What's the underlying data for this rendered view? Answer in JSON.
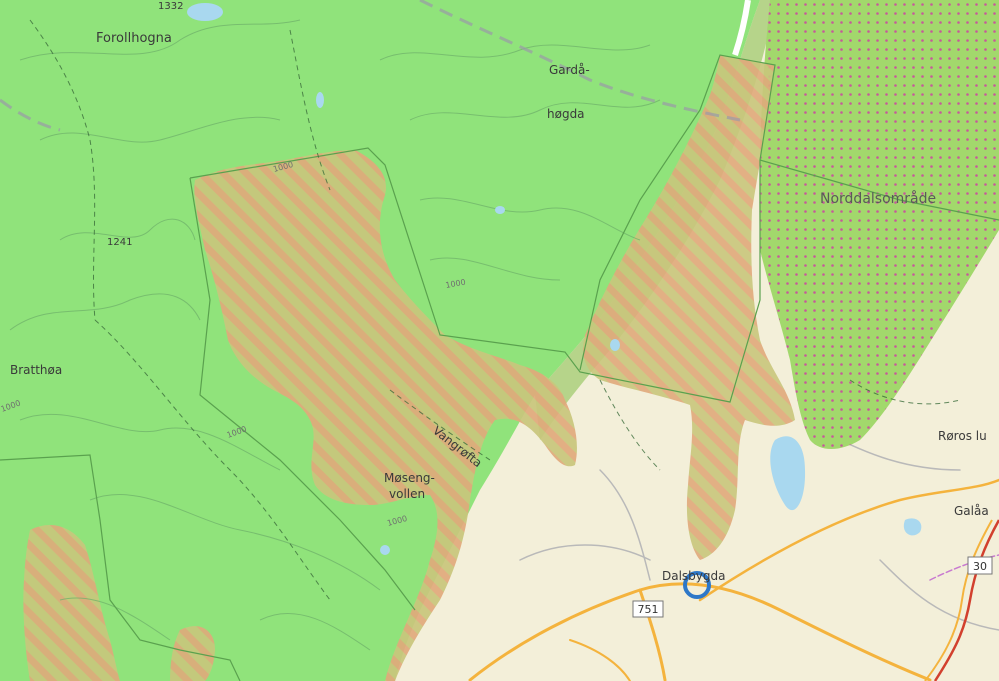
{
  "map": {
    "colors": {
      "base_terrain": "#f3f0dc",
      "reserve_fill": "#8fe37a",
      "hatch_fill": "#c8c27a",
      "hatch_stripe": "#e2a878",
      "dot_area": "#9fd96a",
      "dot_color": "#c65a9a",
      "road_main": "#f4b33d",
      "road_minor": "#b4b4b4",
      "water": "#a9d8ef",
      "boundary_line": "#5aa14e",
      "rail": "#d2402e",
      "marker": "#2e78c8"
    },
    "labels": {
      "forollhogna": "Forollhogna",
      "gardahogda_line1": "Gardå-",
      "gardahogda_line2": "høgda",
      "norddalsomrade": "Norddalsområde",
      "spot_1241": "1241",
      "bratthoa": "Bratthøa",
      "moseng_line1": "Møseng-",
      "moseng_line2": "vollen",
      "vangrofta": "Vangrøfta",
      "roros": "Røros lu",
      "galaa": "Galåa",
      "dalsbygda": "Dalsbygda",
      "road_751": "751",
      "road_30": "30",
      "contour_1000a": "1000",
      "contour_1000b": "1000",
      "contour_1000c": "1000",
      "contour_1000d": "1000",
      "contour_1000e": "1000",
      "top_cut": "1332"
    }
  }
}
